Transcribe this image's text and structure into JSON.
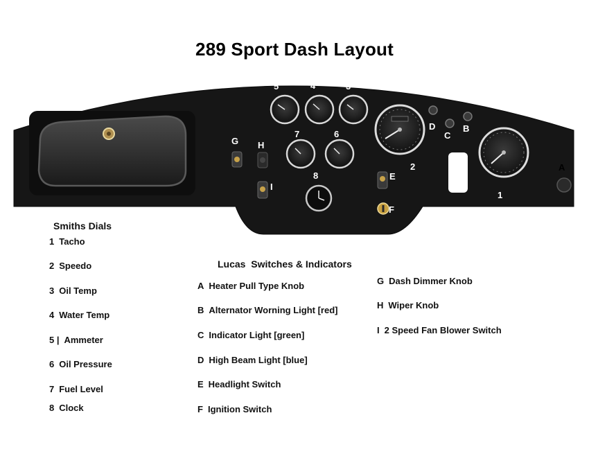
{
  "title": "289 Sport Dash Layout",
  "dash_labels": {
    "g5": "5",
    "g4": "4",
    "g3": "3",
    "g7": "7",
    "g6": "6",
    "g8": "8",
    "g2": "2",
    "g1": "1",
    "A": "A",
    "B": "B",
    "C": "C",
    "D": "D",
    "E": "E",
    "F": "F",
    "G": "G",
    "H": "H",
    "I": "I"
  },
  "smiths": {
    "heading": "Smiths Dials",
    "items": [
      {
        "code": "1",
        "label": "Tacho"
      },
      {
        "code": "2",
        "label": "Speedo"
      },
      {
        "code": "3",
        "label": "Oil Temp"
      },
      {
        "code": "4",
        "label": "Water Temp"
      },
      {
        "code": "5 |",
        "label": "Ammeter"
      },
      {
        "code": "6",
        "label": "Oil Pressure"
      },
      {
        "code": "7",
        "label": "Fuel Level"
      },
      {
        "code": "8",
        "label": "Clock"
      }
    ]
  },
  "lucas": {
    "heading": "Lucas  Switches & Indicators",
    "items": [
      {
        "code": "A",
        "label": "Heater Pull Type Knob"
      },
      {
        "code": "B",
        "label": "Alternator Worning Light [red]"
      },
      {
        "code": "C",
        "label": "Indicator Light [green]"
      },
      {
        "code": "D",
        "label": "High Beam Light [blue]"
      },
      {
        "code": "E",
        "label": "Headlight Switch"
      },
      {
        "code": "F",
        "label": "Ignition Switch"
      }
    ]
  },
  "lucas2": {
    "items": [
      {
        "code": "G",
        "label": "Dash Dimmer Knob"
      },
      {
        "code": "H",
        "label": "Wiper Knob"
      },
      {
        "code": "I",
        "label": "2 Speed Fan Blower Switch"
      }
    ]
  }
}
